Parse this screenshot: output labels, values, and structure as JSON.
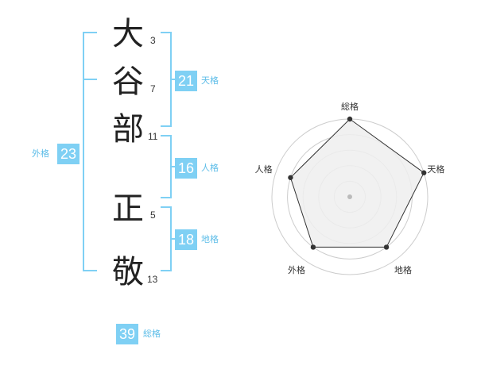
{
  "name": {
    "chars": [
      {
        "char": "大",
        "strokes": "3"
      },
      {
        "char": "谷",
        "strokes": "7"
      },
      {
        "char": "部",
        "strokes": "11"
      },
      {
        "char": "正",
        "strokes": "5"
      },
      {
        "char": "敬",
        "strokes": "13"
      }
    ]
  },
  "fortune": {
    "tenkaku": {
      "value": "21",
      "label": "天格"
    },
    "jinkaku": {
      "value": "16",
      "label": "人格"
    },
    "chikaku": {
      "value": "18",
      "label": "地格"
    },
    "gaikaku": {
      "value": "23",
      "label": "外格"
    },
    "soukaku": {
      "value": "39",
      "label": "総格"
    }
  },
  "colors": {
    "accent": "#7fd0f4",
    "accent_text": "#5dbde8",
    "radar_fill": "#eeeeee"
  },
  "chart_data": {
    "type": "radar",
    "axes": [
      "総格",
      "天格",
      "地格",
      "外格",
      "人格"
    ],
    "values": [
      5,
      5,
      4,
      4,
      4
    ],
    "max": 5
  }
}
